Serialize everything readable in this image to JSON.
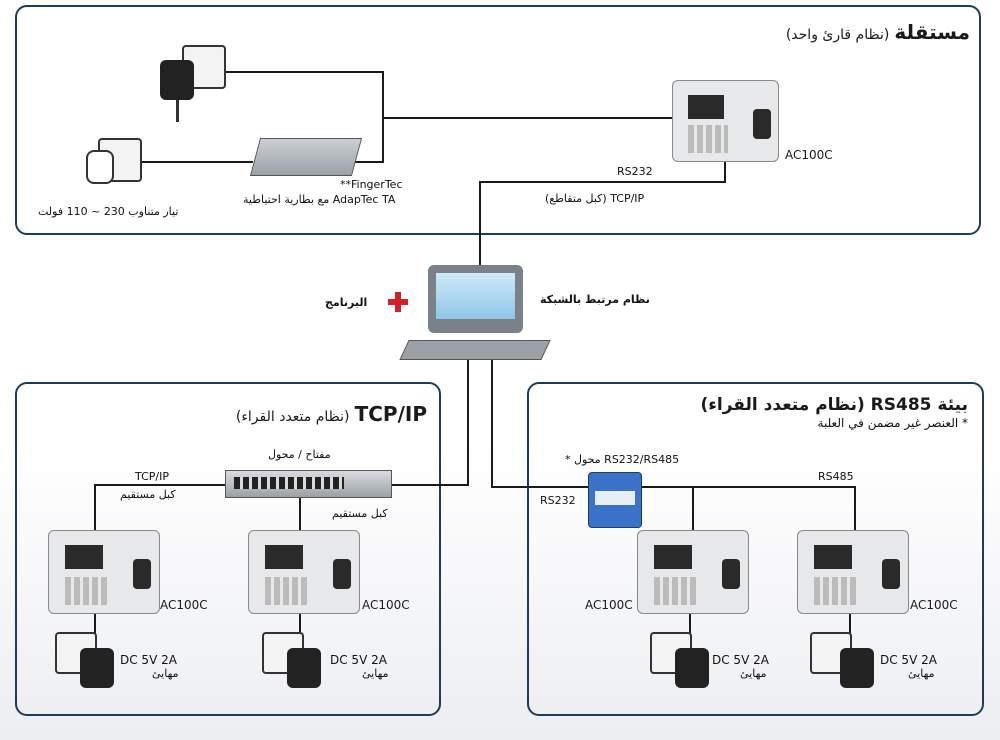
{
  "standalone": {
    "title_bold": "مستقلة",
    "title_sub": "(نظام قارئ واحد)",
    "rs232": "RS232",
    "tcpip_cross": "TCP/IP (كبل متقاطع)",
    "device": "AC100C",
    "adaptec_line1": "**FingerTec",
    "adaptec_line2": "AdapTec TA مع بطارية احتياطية",
    "ac_power": "تيار متناوب 230 ~ 110 فولت"
  },
  "center": {
    "networked": "نظام مرتبط بالشبكة",
    "software": "البرنامج"
  },
  "tcpip": {
    "title_bold": "TCP/IP",
    "title_sub": "(نظام متعدد القراء)",
    "switch_label": "مفتاح / محول",
    "tcpip_label": "TCP/IP",
    "straight_cable_1": "كبل مستقيم",
    "straight_cable_2": "كبل مستقيم",
    "device_1": "AC100C",
    "device_2": "AC100C",
    "power_1": "DC 5V 2A",
    "power_1_sub": "مهايئ",
    "power_2": "DC 5V 2A",
    "power_2_sub": "مهايئ"
  },
  "rs485": {
    "title": "بيئة RS485 (نظام متعدد القراء)",
    "note": "* العنصر غير مضمن في العلبة",
    "converter_label": "RS232/RS485 محول *",
    "rs232": "RS232",
    "rs485": "RS485",
    "device_1": "AC100C",
    "device_2": "AC100C",
    "power_1": "DC 5V 2A",
    "power_1_sub": "مهايئ",
    "power_2": "DC 5V 2A",
    "power_2_sub": "مهايئ"
  },
  "colors": {
    "panel_border": "#1f3b57",
    "plus": "#d0202a",
    "converter": "#3a73c8"
  }
}
